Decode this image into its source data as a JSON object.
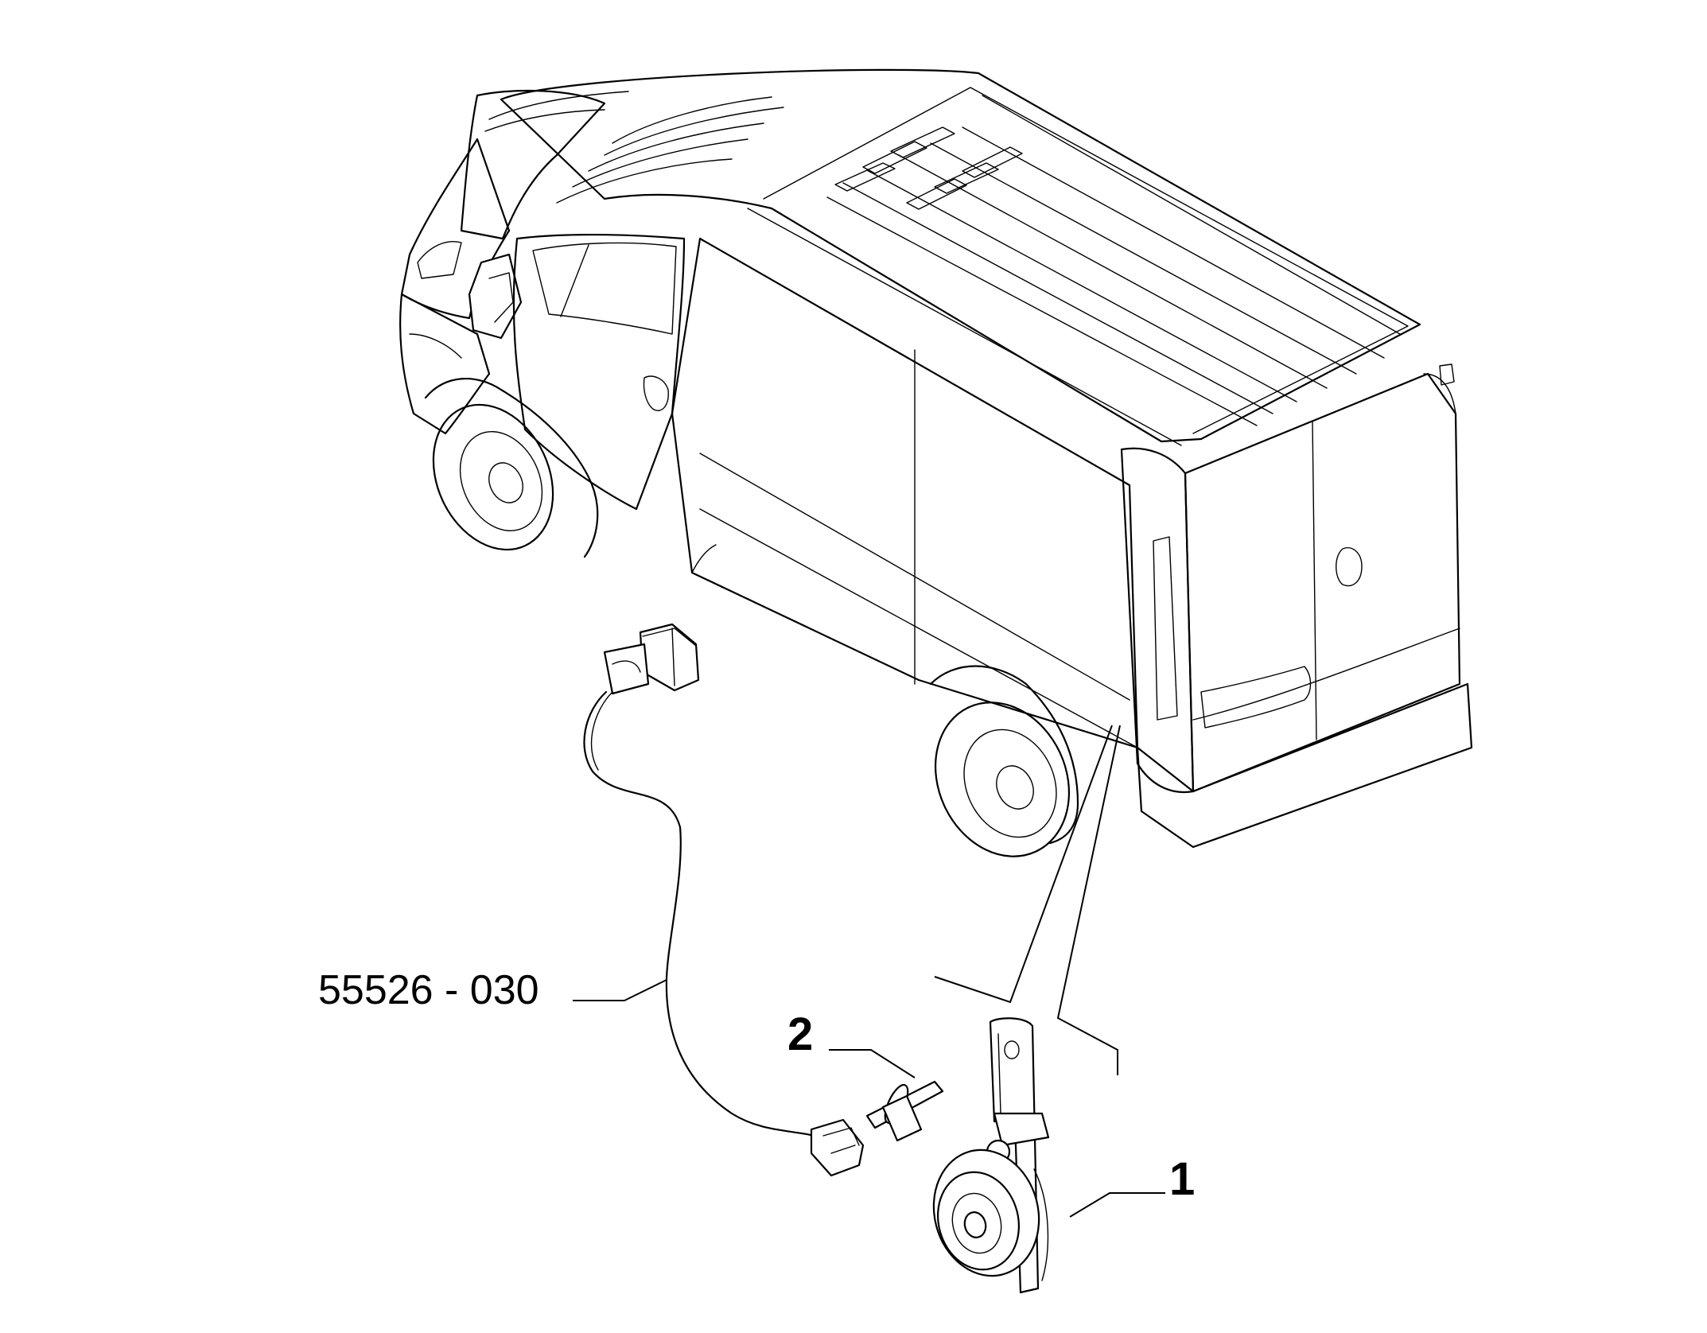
{
  "callouts": {
    "harness_part_number": "55526 - 030",
    "item_1": "1",
    "item_2": "2"
  },
  "parts": {
    "vehicle": "van-body-outline",
    "harness": "wiring-harness",
    "fastener": "bolt",
    "horn": "horn"
  }
}
